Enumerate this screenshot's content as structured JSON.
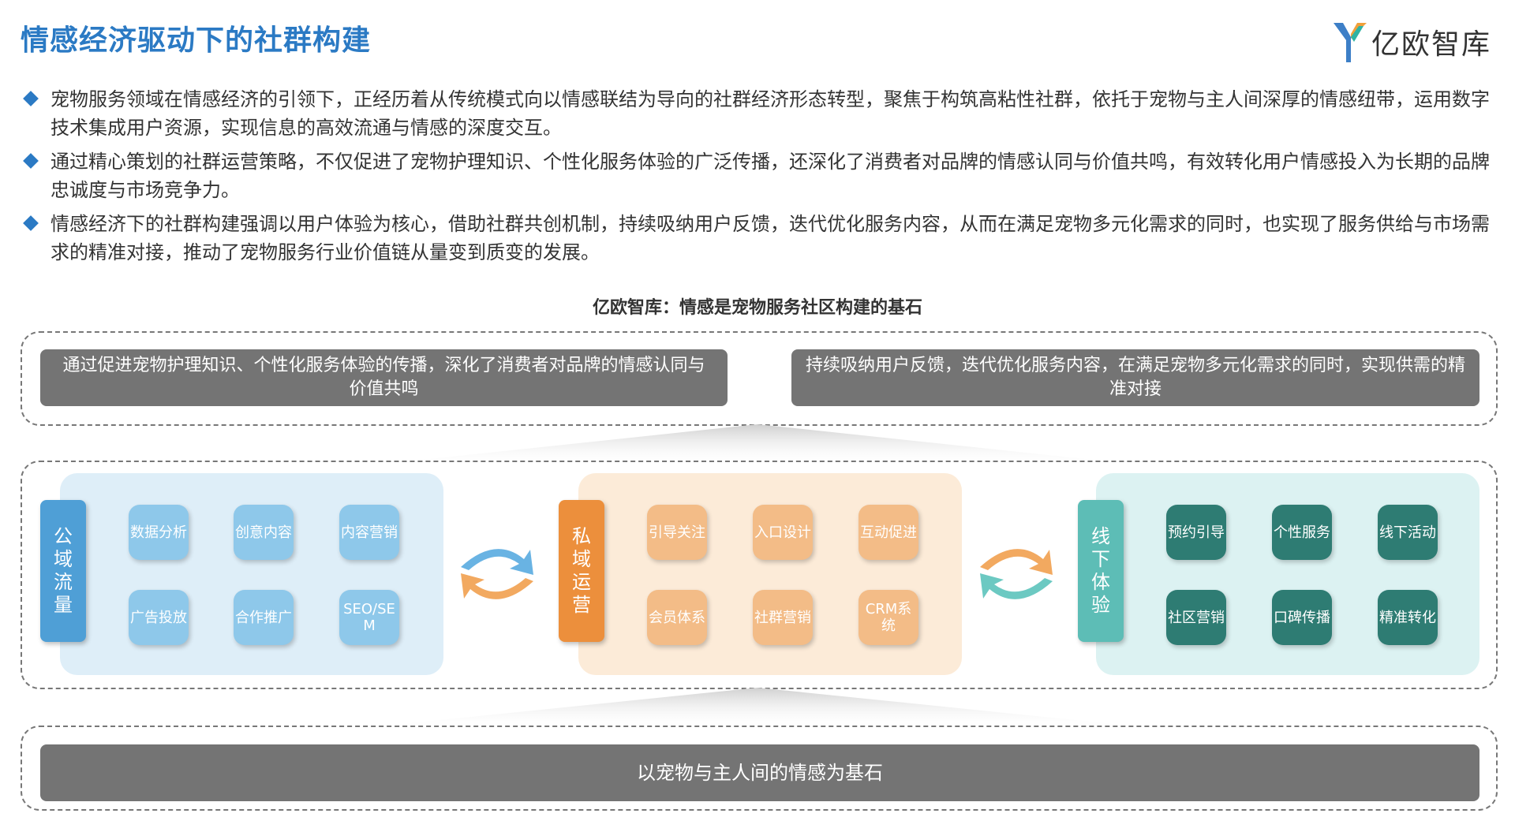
{
  "header": {
    "title": "情感经济驱动下的社群构建",
    "logo_text": "亿欧智库"
  },
  "bullets": [
    "宠物服务领域在情感经济的引领下，正经历着从传统模式向以情感联结为导向的社群经济形态转型，聚焦于构筑高粘性社群，依托于宠物与主人间深厚的情感纽带，运用数字技术集成用户资源，实现信息的高效流通与情感的深度交互。",
    "通过精心策划的社群运营策略，不仅促进了宠物护理知识、个性化服务体验的广泛传播，还深化了消费者对品牌的情感认同与价值共鸣，有效转化用户情感投入为长期的品牌忠诚度与市场竞争力。",
    "情感经济下的社群构建强调以用户体验为核心，借助社群共创机制，持续吸纳用户反馈，迭代优化服务内容，从而在满足宠物多元化需求的同时，也实现了服务供给与市场需求的精准对接，推动了宠物服务行业价值链从量变到质变的发展。"
  ],
  "diagram": {
    "title": "亿欧智库：情感是宠物服务社区构建的基石",
    "top_left": "通过促进宠物护理知识、个性化服务体验的传播，深化了消费者对品牌的情感认同与价值共鸣",
    "top_right": "持续吸纳用户反馈，迭代优化服务内容，在满足宠物多元化需求的同时，实现供需的精准对接",
    "bottom": "以宠物与主人间的情感为基石",
    "colors": {
      "blue_label": "#4f9fd6",
      "orange_label": "#ec8f3c",
      "teal_label": "#5dbdb6"
    },
    "groups": [
      {
        "label": [
          "公",
          "域",
          "流",
          "量"
        ],
        "items": [
          "数据分析",
          "创意内容",
          "内容营销",
          "广告投放",
          "合作推广",
          "SEO/SEM"
        ]
      },
      {
        "label": [
          "私",
          "域",
          "运",
          "营"
        ],
        "items": [
          "引导关注",
          "入口设计",
          "互动促进",
          "会员体系",
          "社群营销",
          "CRM系统"
        ]
      },
      {
        "label": [
          "线",
          "下",
          "体",
          "验"
        ],
        "items": [
          "预约引导",
          "个性服务",
          "线下活动",
          "社区营销",
          "口碑传播",
          "精准转化"
        ]
      }
    ]
  }
}
